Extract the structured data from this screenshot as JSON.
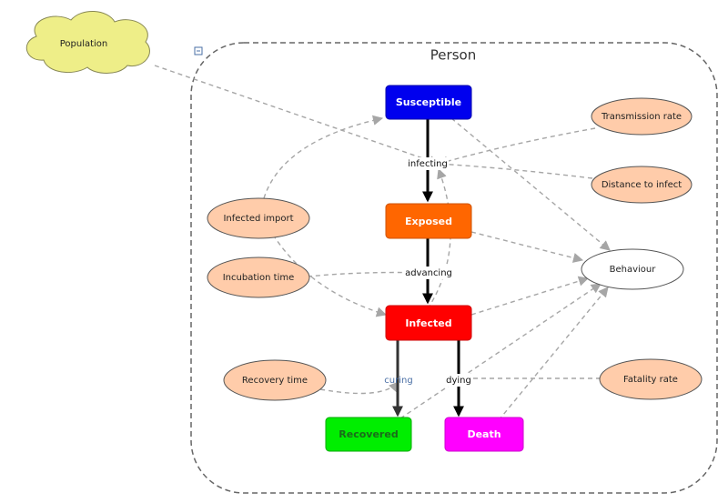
{
  "diagram": {
    "container": {
      "title": "Person",
      "collapse_icon": "minus-box-icon"
    },
    "cloud": {
      "label": "Population"
    },
    "states": {
      "susceptible": {
        "label": "Susceptible",
        "color": "#0000ee"
      },
      "exposed": {
        "label": "Exposed",
        "color": "#ff6600"
      },
      "infected": {
        "label": "Infected",
        "color": "#ff0000"
      },
      "recovered": {
        "label": "Recovered",
        "color": "#00ee00"
      },
      "death": {
        "label": "Death",
        "color": "#ff00ff"
      }
    },
    "transitions": {
      "infecting": "infecting",
      "advancing": "advancing",
      "curing": "curing",
      "dying": "dying"
    },
    "parameters": {
      "transmission_rate": "Transmission rate",
      "distance_to_infect": "Distance to infect",
      "infected_import": "Infected import",
      "incubation_time": "Incubation time",
      "recovery_time": "Recovery time",
      "fatality_rate": "Fatality rate"
    },
    "behaviour": {
      "label": "Behaviour"
    },
    "colors": {
      "param_fill": "#ffccaa",
      "cloud_fill": "#eeee88",
      "dependency_line": "#a6a6a6",
      "flow_line": "#000000"
    }
  }
}
